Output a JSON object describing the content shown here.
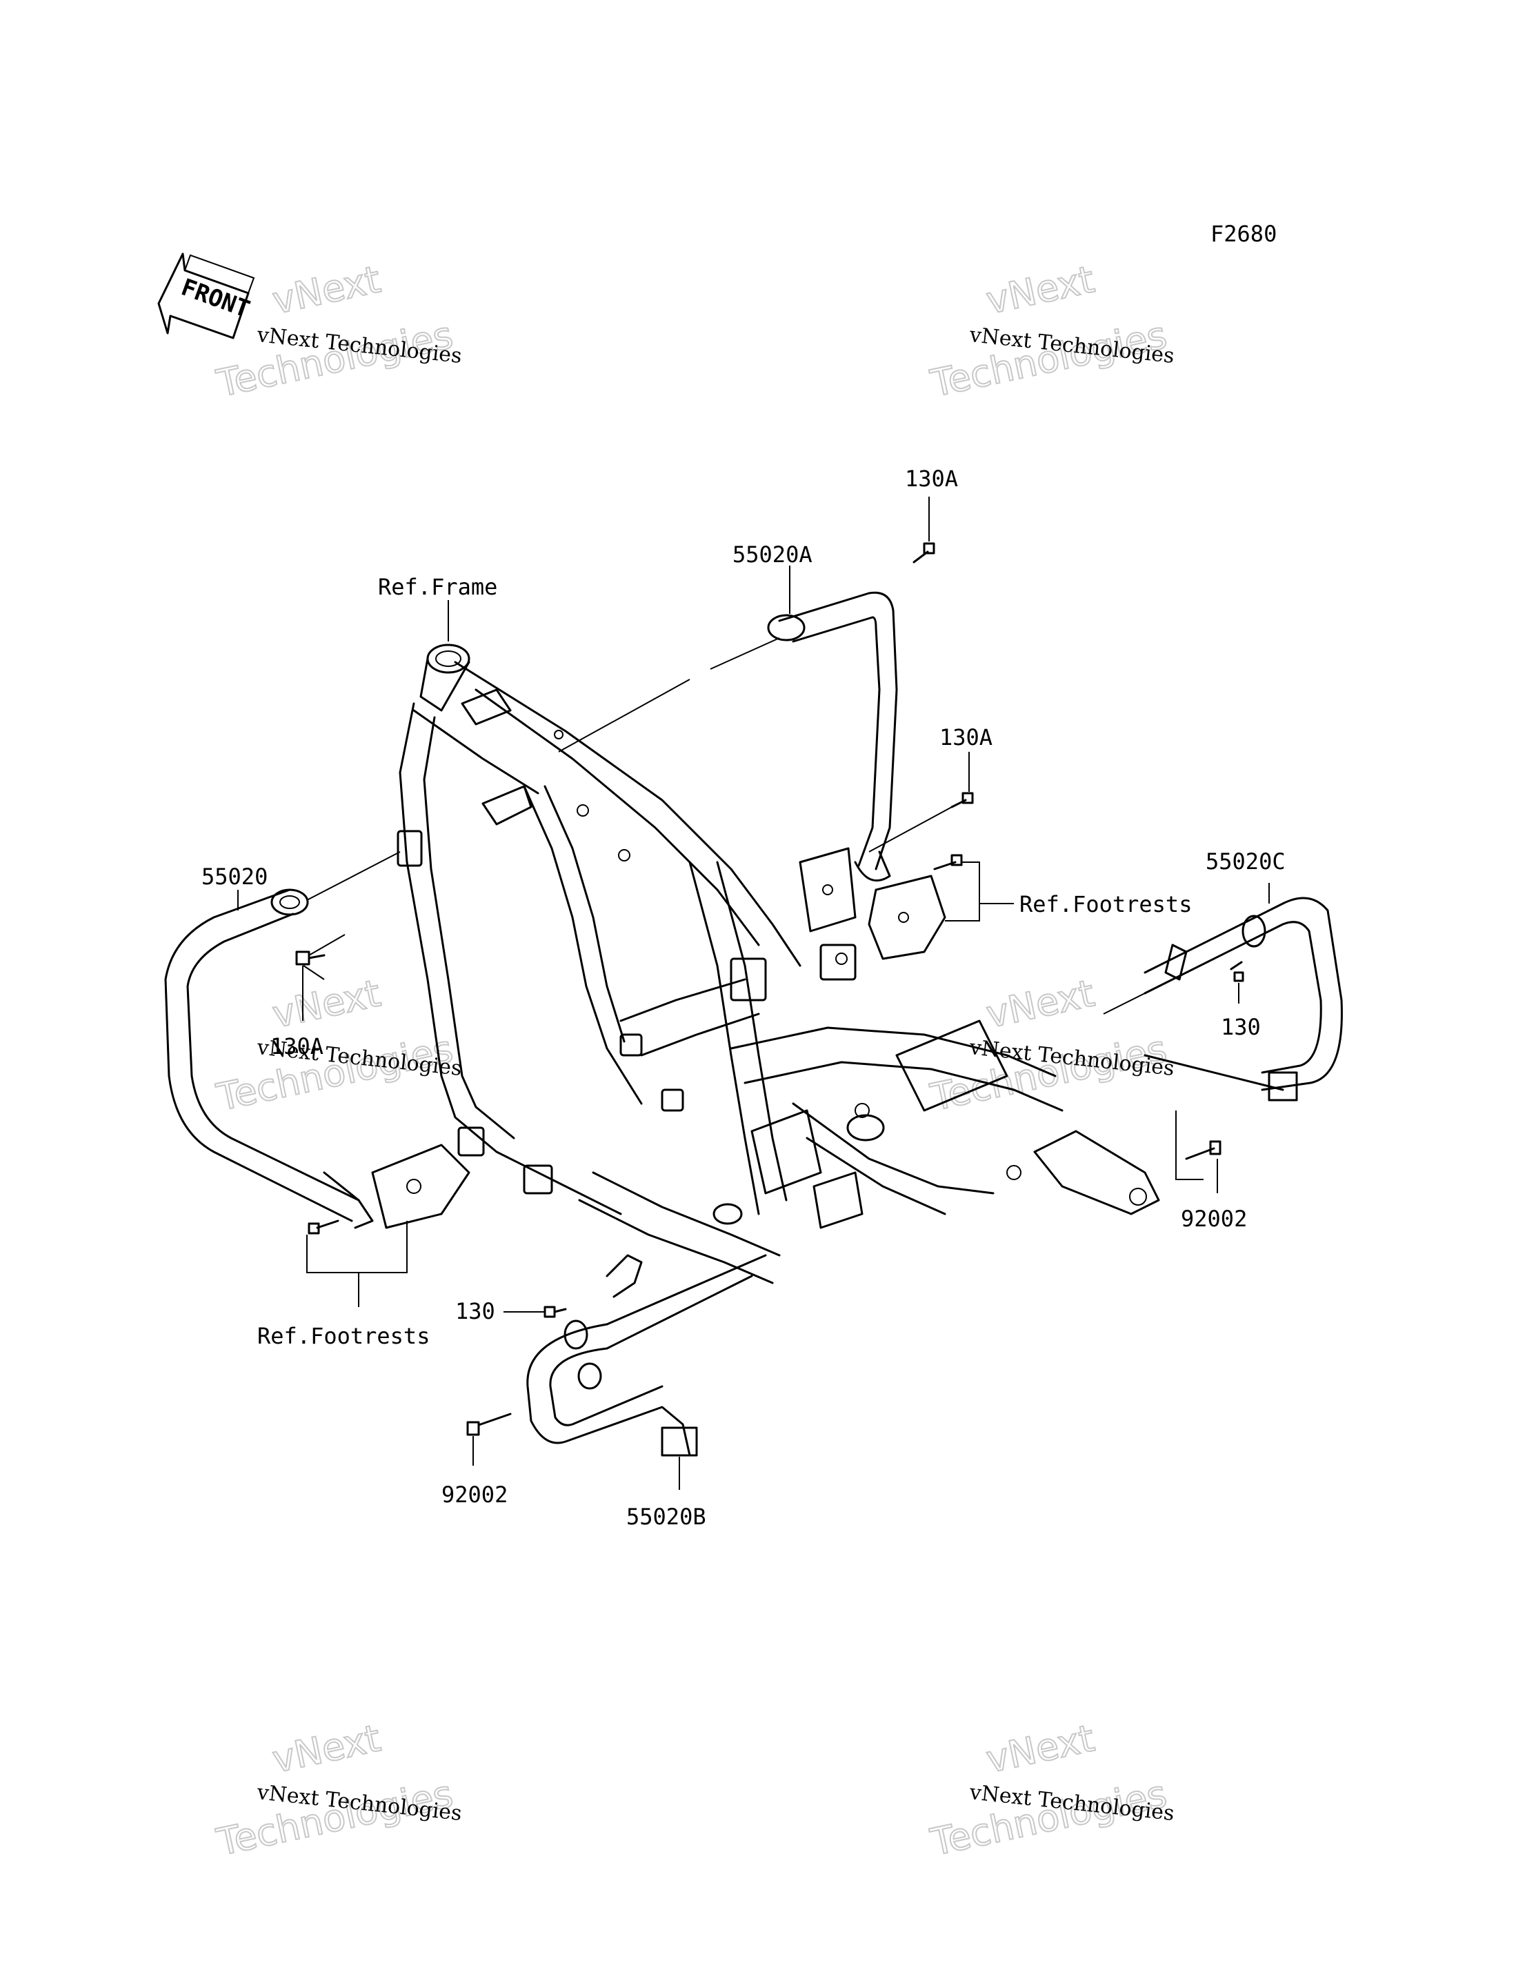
{
  "figure_code": "F2680",
  "front_label": "FRONT",
  "watermark": {
    "line1": "vNext Technologies",
    "line2": "vNext",
    "line3": "Technologies"
  },
  "callouts": {
    "c130a_top": "130A",
    "c55020a": "55020A",
    "ref_frame": "Ref.Frame",
    "c130a_mid": "130A",
    "c55020c": "55020C",
    "ref_footrests_right": "Ref.Footrests",
    "c55020": "55020",
    "c130_right": "130",
    "c130a_left": "130A",
    "c92002_right": "92002",
    "c130_left": "130",
    "ref_footrests_left": "Ref.Footrests",
    "c92002_left": "92002",
    "c55020b": "55020B"
  }
}
